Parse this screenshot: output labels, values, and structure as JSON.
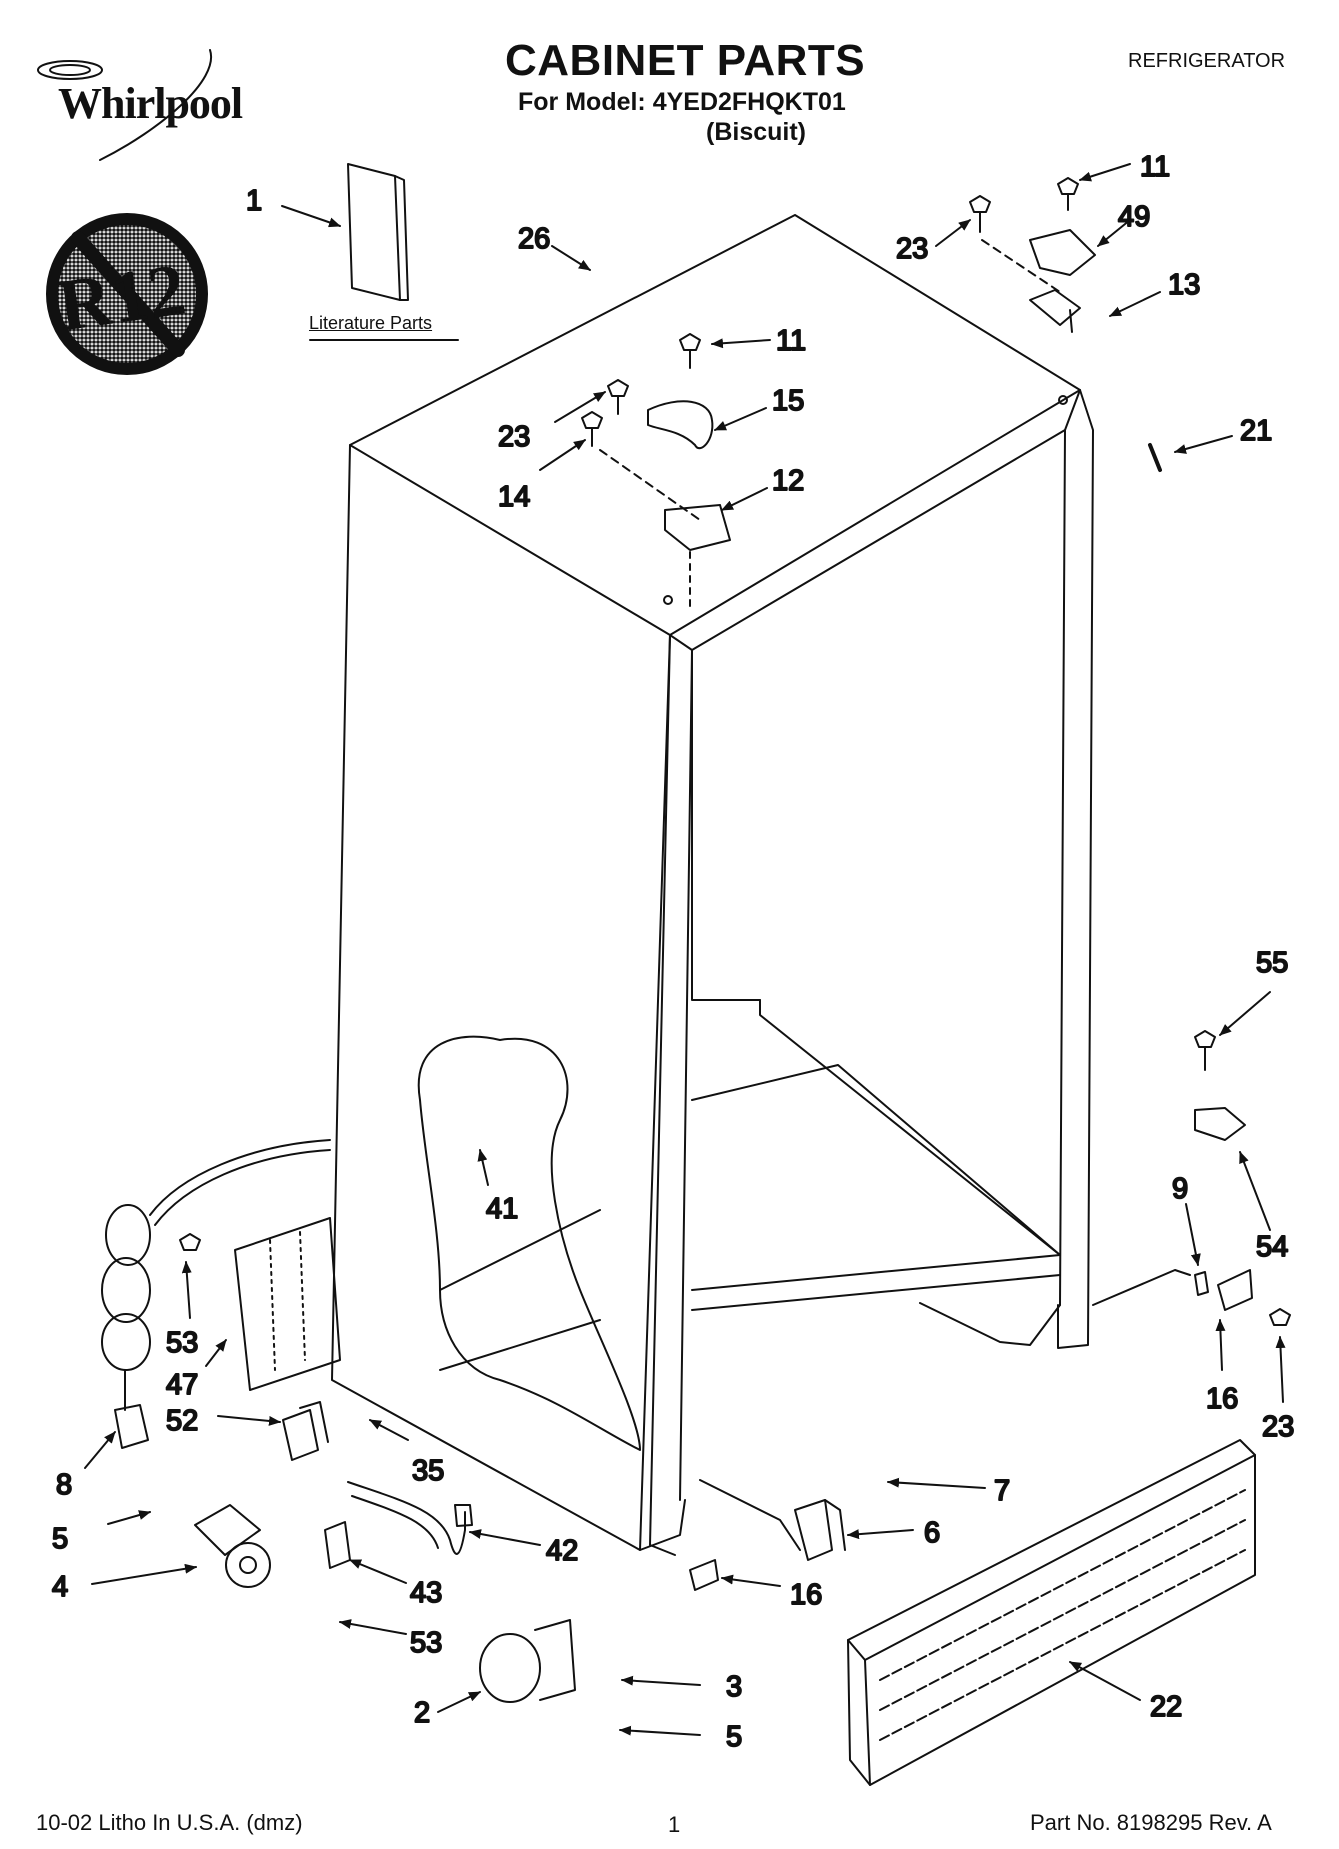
{
  "header": {
    "brand": "Whirlpool",
    "title": "CABINET PARTS",
    "model_line": "For Model: 4YED2FHQKT01",
    "color_line": "(Biscuit)",
    "appliance": "REFRIGERATOR"
  },
  "badge": {
    "text": "R12",
    "icon": "no-r12-refrigerant-icon"
  },
  "literature_label": "Literature Parts",
  "callouts": [
    {
      "id": "c1",
      "text": "1"
    },
    {
      "id": "c26",
      "text": "26"
    },
    {
      "id": "c11a",
      "text": "11"
    },
    {
      "id": "c49",
      "text": "49"
    },
    {
      "id": "c23a",
      "text": "23"
    },
    {
      "id": "c13",
      "text": "13"
    },
    {
      "id": "c11b",
      "text": "11"
    },
    {
      "id": "c15",
      "text": "15"
    },
    {
      "id": "c23b",
      "text": "23"
    },
    {
      "id": "c14",
      "text": "14"
    },
    {
      "id": "c12",
      "text": "12"
    },
    {
      "id": "c21",
      "text": "21"
    },
    {
      "id": "c55",
      "text": "55"
    },
    {
      "id": "c54",
      "text": "54"
    },
    {
      "id": "c9",
      "text": "9"
    },
    {
      "id": "c16a",
      "text": "16"
    },
    {
      "id": "c23c",
      "text": "23"
    },
    {
      "id": "c41",
      "text": "41"
    },
    {
      "id": "c53a",
      "text": "53"
    },
    {
      "id": "c47",
      "text": "47"
    },
    {
      "id": "c52",
      "text": "52"
    },
    {
      "id": "c8",
      "text": "8"
    },
    {
      "id": "c35",
      "text": "35"
    },
    {
      "id": "c7",
      "text": "7"
    },
    {
      "id": "c6",
      "text": "6"
    },
    {
      "id": "c5a",
      "text": "5"
    },
    {
      "id": "c4",
      "text": "4"
    },
    {
      "id": "c42",
      "text": "42"
    },
    {
      "id": "c43",
      "text": "43"
    },
    {
      "id": "c16b",
      "text": "16"
    },
    {
      "id": "c53b",
      "text": "53"
    },
    {
      "id": "c22",
      "text": "22"
    },
    {
      "id": "c3",
      "text": "3"
    },
    {
      "id": "c2",
      "text": "2"
    },
    {
      "id": "c5b",
      "text": "5"
    }
  ],
  "footer": {
    "left": "10-02 Litho In U.S.A. (dmz)",
    "page": "1",
    "right": "Part No. 8198295 Rev. A"
  }
}
